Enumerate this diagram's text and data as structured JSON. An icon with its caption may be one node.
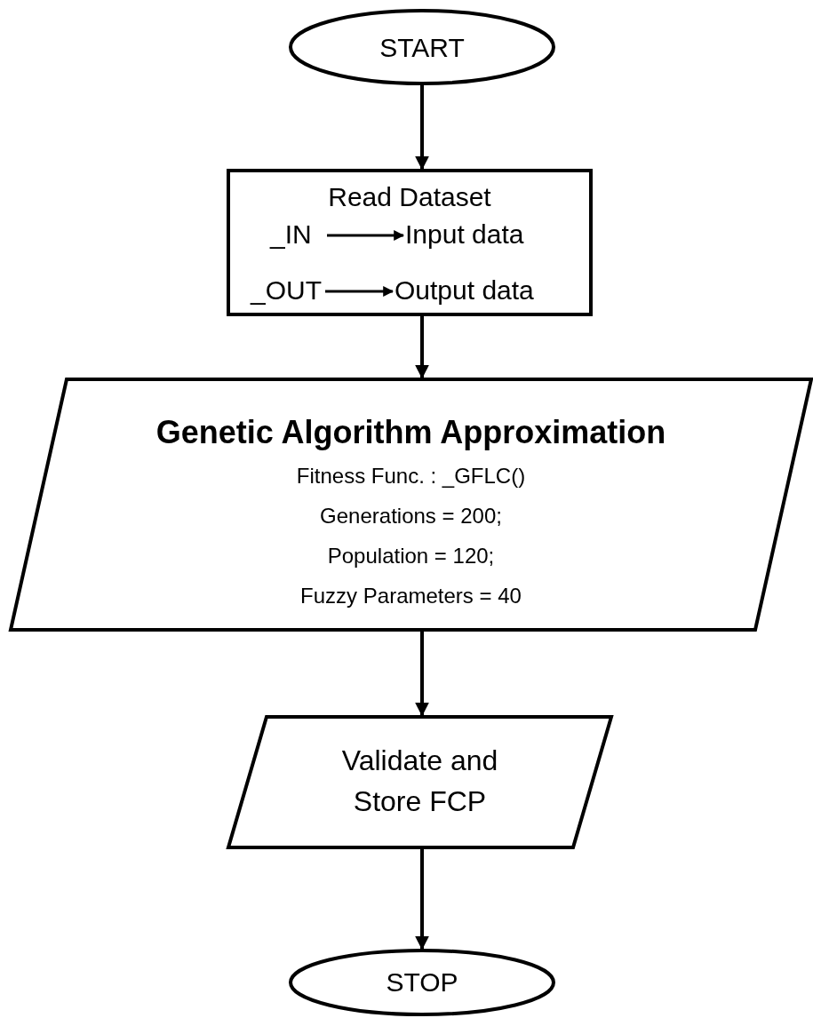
{
  "diagram": {
    "nodes": [
      {
        "text": [
          "START"
        ]
      },
      {
        "text": [
          "Read Dataset"
        ]
      },
      {
        "text": [
          "_IN"
        ],
        "in": 1
      },
      {
        "text": [
          "Input data"
        ],
        "in": 1
      },
      {
        "text": [
          "_OUT"
        ],
        "in": 1
      },
      {
        "text": [
          "Output data"
        ],
        "in": 1
      },
      {
        "text": [
          "Genetic Algorithm Approximation",
          "Fitness Func. : _GFLC()",
          "Generations = 200;",
          "Population = 120;",
          "Fuzzy Parameters = 40"
        ]
      },
      {
        "text": [
          "Validate and Store FCP"
        ]
      },
      {
        "text": [
          "STOP"
        ]
      }
    ],
    "edges": [
      {
        "from": 0,
        "to": 1,
        "arrow": "to"
      },
      {
        "from": 2,
        "to": 3,
        "arrow": "to"
      },
      {
        "from": 4,
        "to": 5,
        "arrow": "to"
      },
      {
        "from": 1,
        "to": 6,
        "arrow": "to"
      },
      {
        "from": 6,
        "to": 7,
        "arrow": "to"
      },
      {
        "from": 7,
        "to": 8,
        "arrow": "to"
      }
    ]
  }
}
